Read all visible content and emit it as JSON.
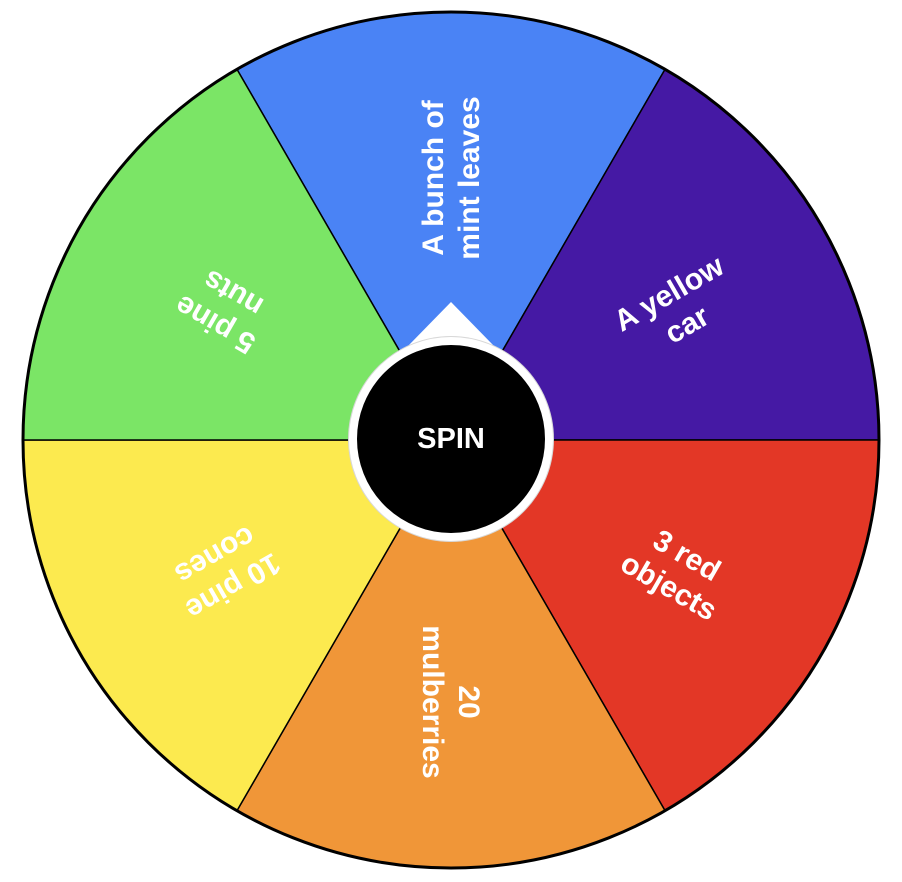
{
  "wheel": {
    "border_color": "#000000",
    "label_color": "#ffffff",
    "segments": [
      {
        "label_lines": [
          "A bunch of",
          "mint leaves"
        ],
        "color": "#4a83f5"
      },
      {
        "label_lines": [
          "A yellow",
          "car"
        ],
        "color": "#4519a4"
      },
      {
        "label_lines": [
          "3 red",
          "objects"
        ],
        "color": "#e33726"
      },
      {
        "label_lines": [
          "20",
          "mulberries"
        ],
        "color": "#f09638"
      },
      {
        "label_lines": [
          "10 pine",
          "cones"
        ],
        "color": "#fcea4f"
      },
      {
        "label_lines": [
          "5 pine",
          "nuts"
        ],
        "color": "#7be566"
      }
    ]
  },
  "spin_button": {
    "label": "SPIN",
    "background": "#000000",
    "ring_color": "#ffffff"
  },
  "pointer": {
    "icon": "triangle-pointer-icon",
    "color": "#ffffff"
  }
}
